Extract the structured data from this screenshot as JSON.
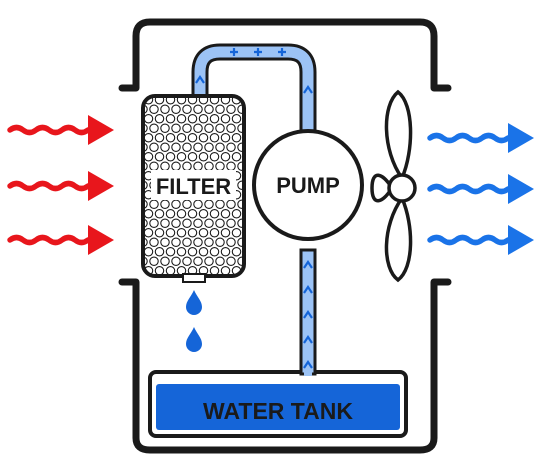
{
  "labels": {
    "filter": "FILTER",
    "pump": "PUMP",
    "tank": "WATER TANK"
  },
  "colors": {
    "hot_air": "#e8161c",
    "cool_air": "#1a73e8",
    "water": "#1565d8",
    "water_light": "#9cc3f5",
    "outline": "#1a1a1a",
    "background": "#ffffff"
  },
  "icons": {
    "hot_air": "wavy-arrow-red",
    "cool_air": "wavy-arrow-blue",
    "fan": "fan-propeller",
    "drops": "water-drop",
    "flow": "flow-direction-arrow"
  }
}
